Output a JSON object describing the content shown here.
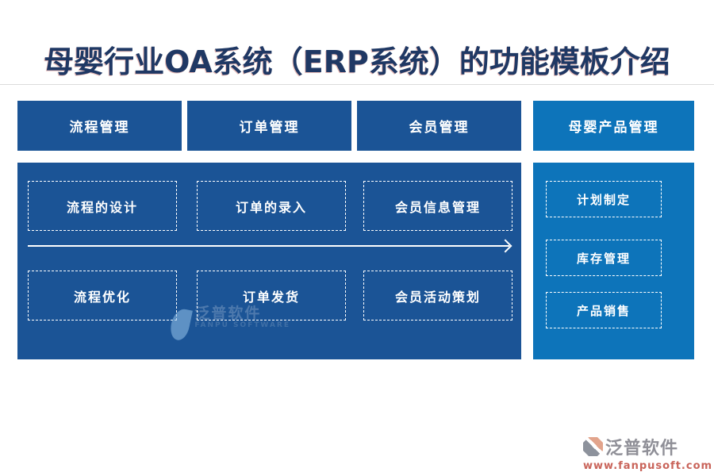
{
  "title": "母婴行业OA系统（ERP系统）的功能模板介绍",
  "columns": {
    "process": {
      "header": "流程管理",
      "item1": "流程的设计",
      "item2": "流程优化"
    },
    "order": {
      "header": "订单管理",
      "item1": "订单的录入",
      "item2": "订单发货"
    },
    "member": {
      "header": "会员管理",
      "item1": "会员信息管理",
      "item2": "会员活动策划"
    }
  },
  "product": {
    "header": "母婴产品管理",
    "item1": "计划制定",
    "item2": "库存管理",
    "item3": "产品销售"
  },
  "watermark": {
    "brand": "泛普软件",
    "caption": "FANPU SOFTWARE"
  },
  "footer": {
    "brand": "泛普软件",
    "url": "www.fanpusoft.com"
  },
  "colors": {
    "title_text": "#1F3864",
    "panel_dark_blue": "#1B5496",
    "panel_light_blue": "#0D74BA",
    "box_border": "#FFFFFF",
    "footer_brand_gray": "#8F8F97",
    "footer_url_red": "#C9645A"
  }
}
